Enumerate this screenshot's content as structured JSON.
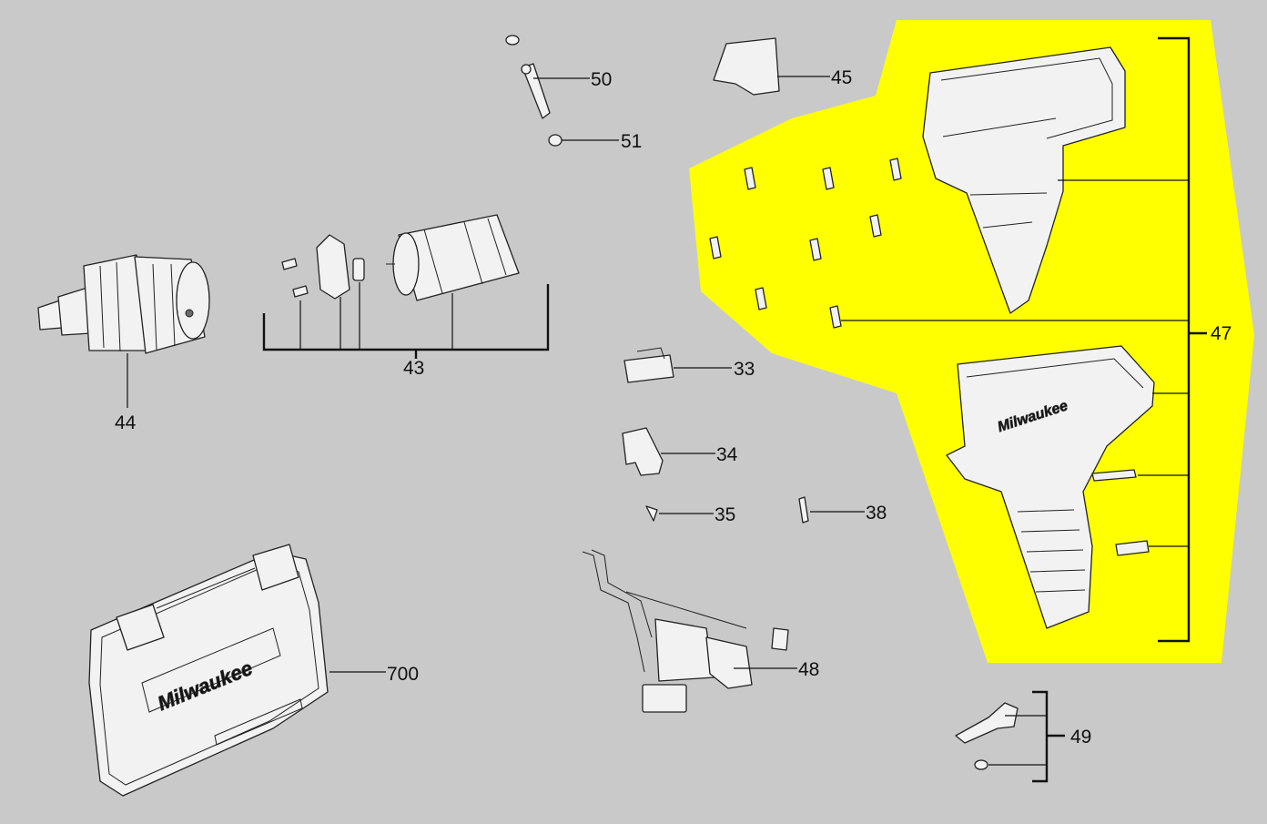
{
  "diagram": {
    "highlight_color": "#ffff00",
    "background_color": "#c9c9c9",
    "callouts": {
      "c50": "50",
      "c51": "51",
      "c45": "45",
      "c47": "47",
      "c43": "43",
      "c44": "44",
      "c33": "33",
      "c34": "34",
      "c35": "35",
      "c38": "38",
      "c48": "48",
      "c49": "49",
      "c700": "700"
    },
    "brand_lettering": "Milwaukee"
  }
}
